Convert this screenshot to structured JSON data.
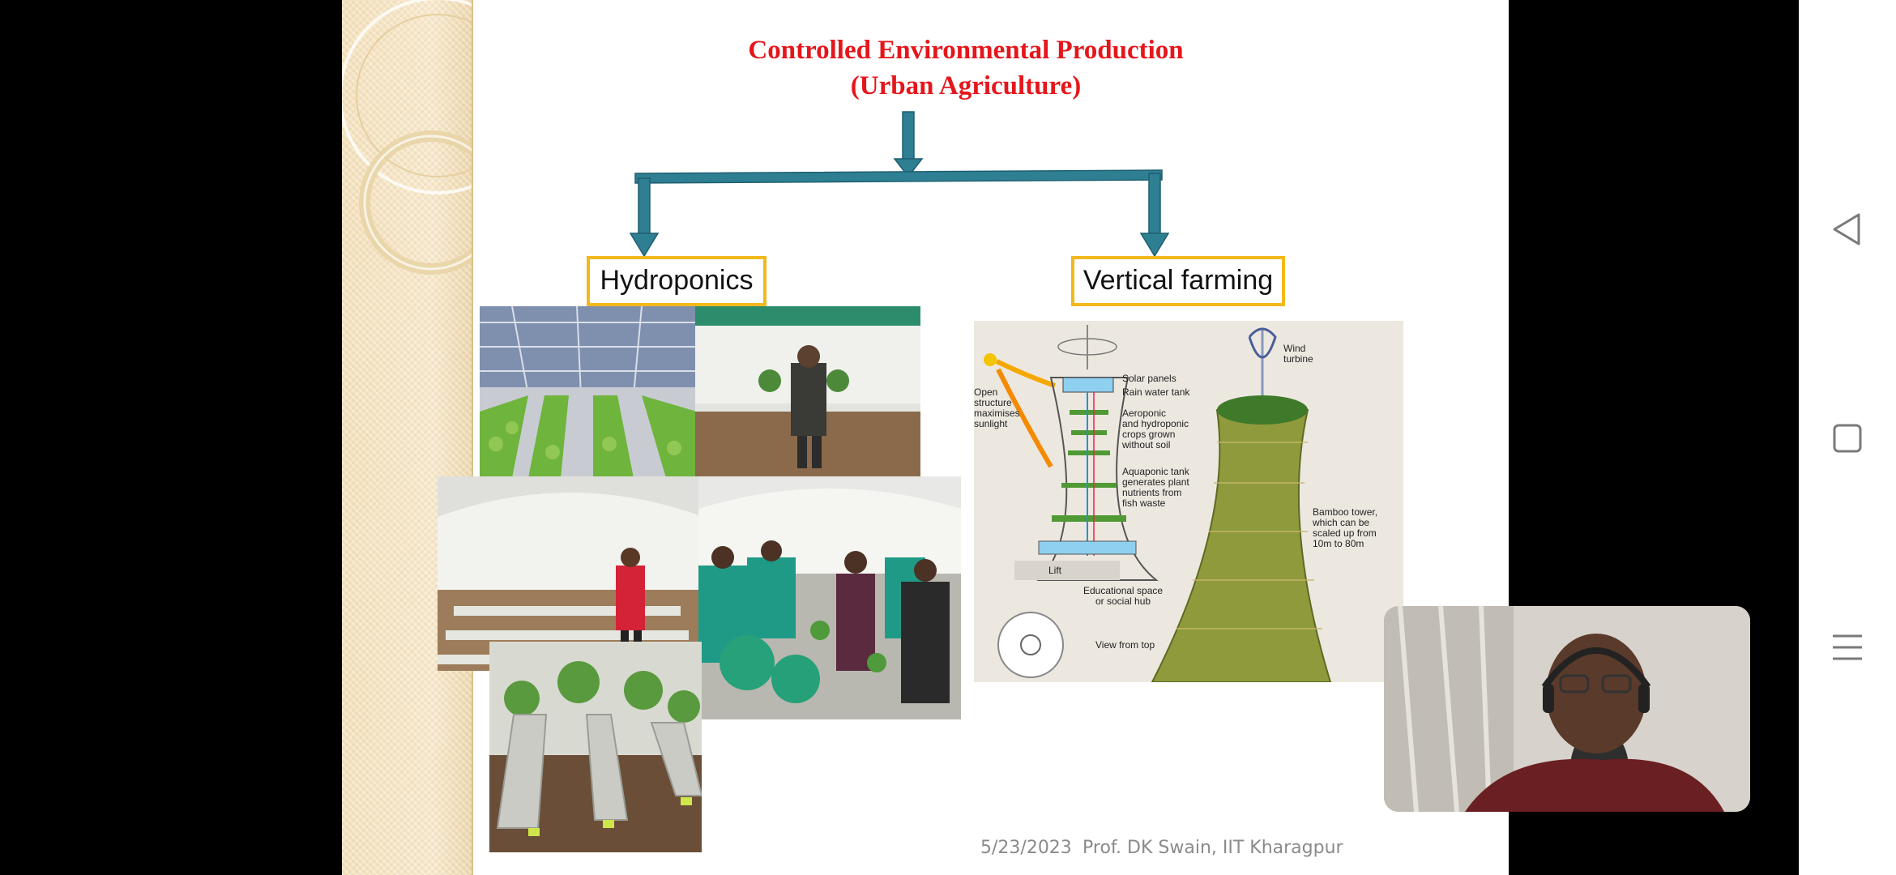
{
  "slide": {
    "title_line1": "Controlled Environmental Production",
    "title_line2": "(Urban Agriculture)",
    "branch_left": "Hydroponics",
    "branch_right": "Vertical farming",
    "footer_date": "5/23/2023",
    "footer_author": "Prof. DK Swain, IIT Kharagpur"
  },
  "diagram_labels": {
    "solar": "Solar panels",
    "rain": "Rain water tank",
    "open1": "Open",
    "open2": "structure",
    "open3": "maximises",
    "open4": "sunlight",
    "aero1": "Aeroponic",
    "aero2": "and hydroponic",
    "aero3": "crops grown",
    "aero4": "without soil",
    "aqua1": "Aquaponic tank",
    "aqua2": "generates plant",
    "aqua3": "nutrients from",
    "aqua4": "fish waste",
    "wind1": "Wind",
    "wind2": "turbine",
    "bamboo1": "Bamboo tower,",
    "bamboo2": "which can be",
    "bamboo3": "scaled up from",
    "bamboo4": "10m to 80m",
    "lift": "Lift",
    "edu1": "Educational space",
    "edu2": "or social hub",
    "top": "View from top"
  },
  "colors": {
    "title": "#e5161b",
    "arrow": "#2f7f93",
    "box_border": "#f2b91c"
  },
  "icons": {
    "back": "triangle-back-icon",
    "home": "square-home-icon",
    "recents": "menu-lines-icon"
  }
}
